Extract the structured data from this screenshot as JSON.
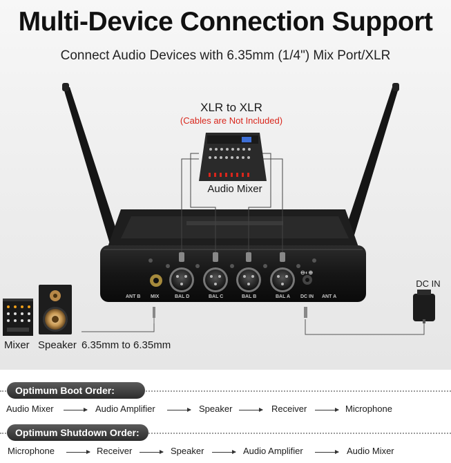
{
  "headline": "Multi-Device Connection Support",
  "subheadline": "Connect Audio Devices with 6.35mm (1/4\") Mix Port/XLR",
  "diagram": {
    "xlr_title": "XLR to XLR",
    "xlr_note": "(Cables are Not Included)",
    "audio_mixer_label": "Audio Mixer",
    "dc_in_label": "DC IN",
    "mixer_label": "Mixer",
    "speaker_label": "Speaker",
    "cable_label": "6.35mm to 6.35mm",
    "ports": {
      "ant_b": "ANT B",
      "mix": "MIX",
      "bal_d": "BAL D",
      "bal_c": "BAL C",
      "bal_b": "BAL B",
      "bal_a": "BAL A",
      "dc_in": "DC IN",
      "ant_a": "ANT A",
      "polarity": "⊖◐⊕"
    }
  },
  "boot_order": {
    "title": "Optimum Boot Order:",
    "steps": [
      "Audio Mixer",
      "Audio Amplifier",
      "Speaker",
      "Receiver",
      "Microphone"
    ]
  },
  "shutdown_order": {
    "title": "Optimum Shutdown Order:",
    "steps": [
      "Microphone",
      "Receiver",
      "Speaker",
      "Audio Amplifier",
      "Audio Mixer"
    ]
  }
}
